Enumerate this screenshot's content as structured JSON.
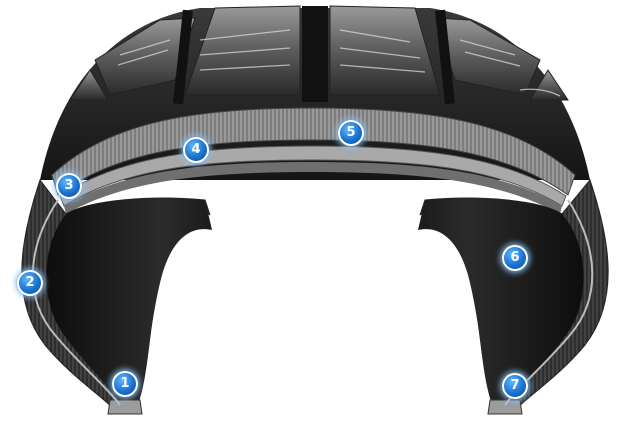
{
  "markers": [
    {
      "id": "1",
      "label": "1"
    },
    {
      "id": "2",
      "label": "2"
    },
    {
      "id": "3",
      "label": "3"
    },
    {
      "id": "4",
      "label": "4"
    },
    {
      "id": "5",
      "label": "5"
    },
    {
      "id": "6",
      "label": "6"
    },
    {
      "id": "7",
      "label": "7"
    }
  ],
  "colors": {
    "marker_fill": "#1a73d1",
    "marker_glow": "#8cc8ff",
    "rubber_dark": "#1c1c1c",
    "tread_light": "#8f8f8f",
    "ply": "#b9b9b9"
  }
}
